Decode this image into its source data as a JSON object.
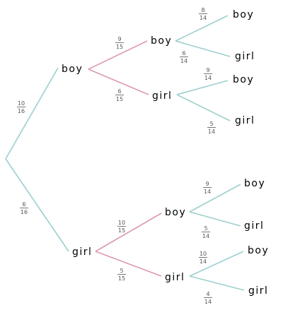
{
  "colors": {
    "teal": "#9ccfcf",
    "pink": "#dc9aab",
    "fraction_text": "#555555",
    "node_text": "#000000"
  },
  "tree": {
    "level1": [
      {
        "label": "boy",
        "prob": {
          "num": "10",
          "den": "16"
        },
        "children": [
          {
            "label": "boy",
            "prob": {
              "num": "9",
              "den": "15"
            },
            "children": [
              {
                "label": "boy",
                "prob": {
                  "num": "8",
                  "den": "14"
                }
              },
              {
                "label": "girl",
                "prob": {
                  "num": "6",
                  "den": "14"
                }
              }
            ]
          },
          {
            "label": "girl",
            "prob": {
              "num": "6",
              "den": "15"
            },
            "children": [
              {
                "label": "boy",
                "prob": {
                  "num": "9",
                  "den": "14"
                }
              },
              {
                "label": "girl",
                "prob": {
                  "num": "5",
                  "den": "14"
                }
              }
            ]
          }
        ]
      },
      {
        "label": "girl",
        "prob": {
          "num": "6",
          "den": "16"
        },
        "children": [
          {
            "label": "boy",
            "prob": {
              "num": "10",
              "den": "15"
            },
            "children": [
              {
                "label": "boy",
                "prob": {
                  "num": "9",
                  "den": "14"
                }
              },
              {
                "label": "girl",
                "prob": {
                  "num": "5",
                  "den": "14"
                }
              }
            ]
          },
          {
            "label": "girl",
            "prob": {
              "num": "5",
              "den": "15"
            },
            "children": [
              {
                "label": "boy",
                "prob": {
                  "num": "10",
                  "den": "14"
                }
              },
              {
                "label": "girl",
                "prob": {
                  "num": "4",
                  "den": "14"
                }
              }
            ]
          }
        ]
      }
    ]
  }
}
